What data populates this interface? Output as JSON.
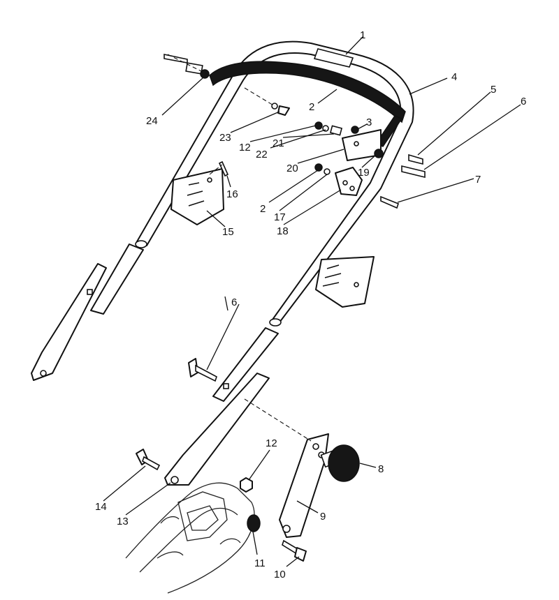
{
  "diagram": {
    "callouts": [
      {
        "id": "c1",
        "label": "1"
      },
      {
        "id": "c2a",
        "label": "2"
      },
      {
        "id": "c2b",
        "label": "2"
      },
      {
        "id": "c3",
        "label": "3"
      },
      {
        "id": "c4",
        "label": "4"
      },
      {
        "id": "c5",
        "label": "5"
      },
      {
        "id": "c6a",
        "label": "6"
      },
      {
        "id": "c6b",
        "label": "6"
      },
      {
        "id": "c7",
        "label": "7"
      },
      {
        "id": "c8",
        "label": "8"
      },
      {
        "id": "c9",
        "label": "9"
      },
      {
        "id": "c10",
        "label": "10"
      },
      {
        "id": "c11",
        "label": "11"
      },
      {
        "id": "c12a",
        "label": "12"
      },
      {
        "id": "c12b",
        "label": "12"
      },
      {
        "id": "c13",
        "label": "13"
      },
      {
        "id": "c14",
        "label": "14"
      },
      {
        "id": "c15",
        "label": "15"
      },
      {
        "id": "c16",
        "label": "16"
      },
      {
        "id": "c17",
        "label": "17"
      },
      {
        "id": "c18",
        "label": "18"
      },
      {
        "id": "c19",
        "label": "19"
      },
      {
        "id": "c20",
        "label": "20"
      },
      {
        "id": "c21",
        "label": "21"
      },
      {
        "id": "c22",
        "label": "22"
      },
      {
        "id": "c23",
        "label": "23"
      },
      {
        "id": "c24",
        "label": "24"
      }
    ]
  }
}
